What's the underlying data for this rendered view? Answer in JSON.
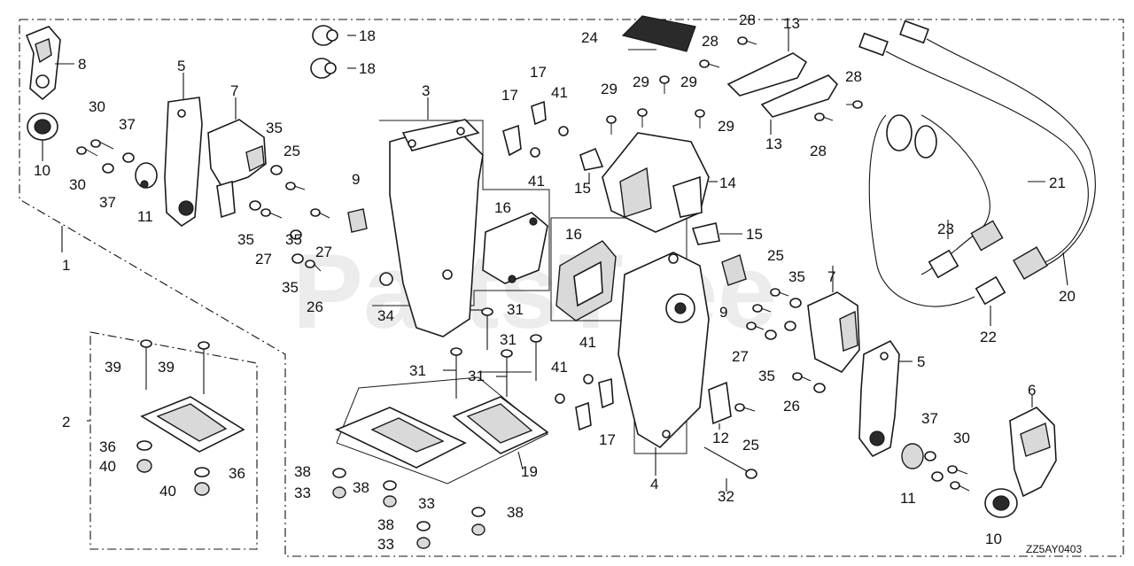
{
  "diagram": {
    "diagram_code": "ZZ5AY0403",
    "watermark": "PartsTree",
    "callouts": [
      "1",
      "2",
      "3",
      "4",
      "5",
      "5",
      "6",
      "7",
      "7",
      "8",
      "9",
      "9",
      "10",
      "10",
      "11",
      "11",
      "12",
      "13",
      "13",
      "14",
      "15",
      "15",
      "16",
      "16",
      "17",
      "17",
      "17",
      "18",
      "18",
      "19",
      "20",
      "21",
      "22",
      "23",
      "24",
      "25",
      "25",
      "25",
      "26",
      "26",
      "27",
      "27",
      "27",
      "28",
      "28",
      "28",
      "28",
      "29",
      "29",
      "29",
      "29",
      "30",
      "30",
      "30",
      "31",
      "31",
      "31",
      "31",
      "32",
      "33",
      "33",
      "33",
      "34",
      "35",
      "35",
      "35",
      "35",
      "35",
      "35",
      "36",
      "36",
      "37",
      "37",
      "37",
      "38",
      "38",
      "38",
      "38",
      "39",
      "39",
      "40",
      "40",
      "41",
      "41",
      "41",
      "41"
    ]
  }
}
